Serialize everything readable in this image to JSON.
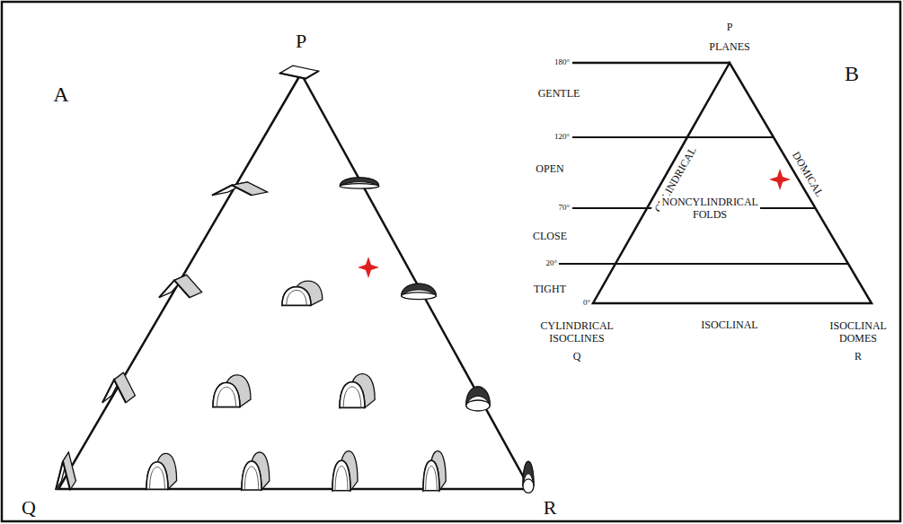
{
  "diagram": {
    "labels": [
      "A",
      "P",
      "Q",
      "R",
      "B",
      "P",
      "PLANES",
      "180°",
      "GENTLE",
      "120°",
      "OPEN",
      "70°",
      "CLOSE",
      "20°",
      "TIGHT",
      "0°",
      "CYLINDRICAL",
      "DOMICAL",
      "NONCYLINDRICAL FOLDS",
      "CYLINDRICAL ISOCLINES",
      "Q",
      "ISOCLINAL",
      "ISOCLINAL DOMES",
      "R"
    ]
  }
}
